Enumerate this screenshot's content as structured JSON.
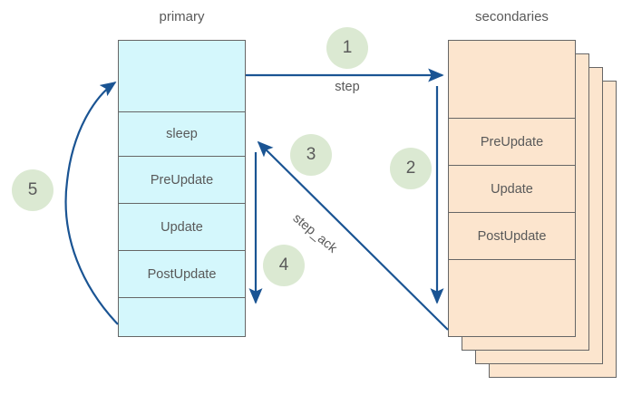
{
  "diagram": {
    "type": "sequence-flow",
    "title_primary": "primary",
    "title_secondaries": "secondaries",
    "colors": {
      "primary_fill": "#d4f7fc",
      "secondary_fill": "#fce5ce",
      "box_stroke": "#666666",
      "badge_fill": "#dbe9d2",
      "arrow": "#1a5493",
      "text": "#595959"
    }
  },
  "primary": {
    "label": "primary",
    "cells": [
      {
        "label": ""
      },
      {
        "label": "sleep"
      },
      {
        "label": "PreUpdate"
      },
      {
        "label": "Update"
      },
      {
        "label": "PostUpdate"
      },
      {
        "label": ""
      }
    ]
  },
  "secondaries": {
    "label": "secondaries",
    "stack_count": 4,
    "cells": [
      {
        "label": ""
      },
      {
        "label": "PreUpdate"
      },
      {
        "label": "Update"
      },
      {
        "label": "PostUpdate"
      },
      {
        "label": ""
      }
    ]
  },
  "badges": [
    {
      "id": "1",
      "number": "1"
    },
    {
      "id": "2",
      "number": "2"
    },
    {
      "id": "3",
      "number": "3"
    },
    {
      "id": "4",
      "number": "4"
    },
    {
      "id": "5",
      "number": "5"
    }
  ],
  "edges": [
    {
      "id": "step",
      "label": "step",
      "from": "primary",
      "to": "secondaries",
      "badge": "1"
    },
    {
      "id": "sec-down",
      "label": "",
      "from": "secondaries",
      "to": "secondaries",
      "badge": "2"
    },
    {
      "id": "step-ack",
      "label": "step_ack",
      "from": "secondaries",
      "to": "primary",
      "badge": "3"
    },
    {
      "id": "pri-down",
      "label": "",
      "from": "primary",
      "to": "primary",
      "badge": "4"
    },
    {
      "id": "loop",
      "label": "",
      "from": "primary",
      "to": "primary",
      "badge": "5"
    }
  ]
}
